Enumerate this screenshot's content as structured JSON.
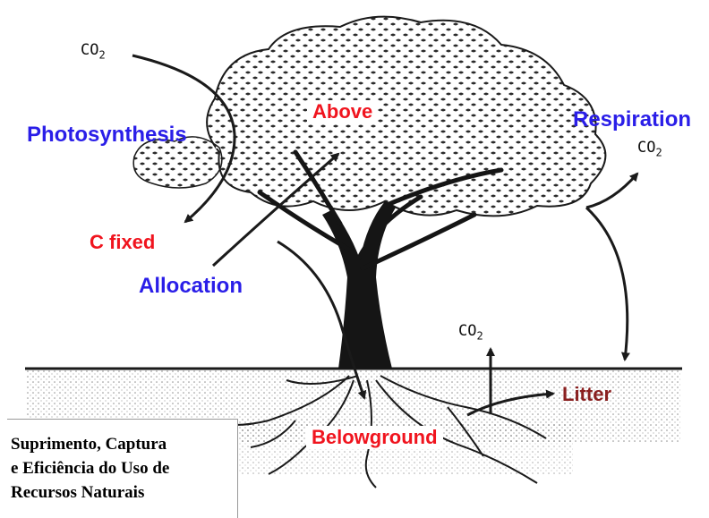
{
  "labels": {
    "co2_top": "CO",
    "co2_right": "CO",
    "co2_soil": "CO",
    "co2_subscript": "2",
    "photosynthesis": "Photosynthesis",
    "c_fixed": "C fixed",
    "allocation": "Allocation",
    "above": "Above",
    "respiration": "Respiration",
    "litter": "Litter",
    "belowground": "Belowground"
  },
  "caption": {
    "line1": "Suprimento, Captura",
    "line2": "e Eficiência do Uso de",
    "line3": "Recursos Naturais"
  },
  "colors": {
    "process_label": "#2a1ee8",
    "pool_label": "#f0141e",
    "litter_label": "#8a2020",
    "ink": "#1a1a1a"
  }
}
